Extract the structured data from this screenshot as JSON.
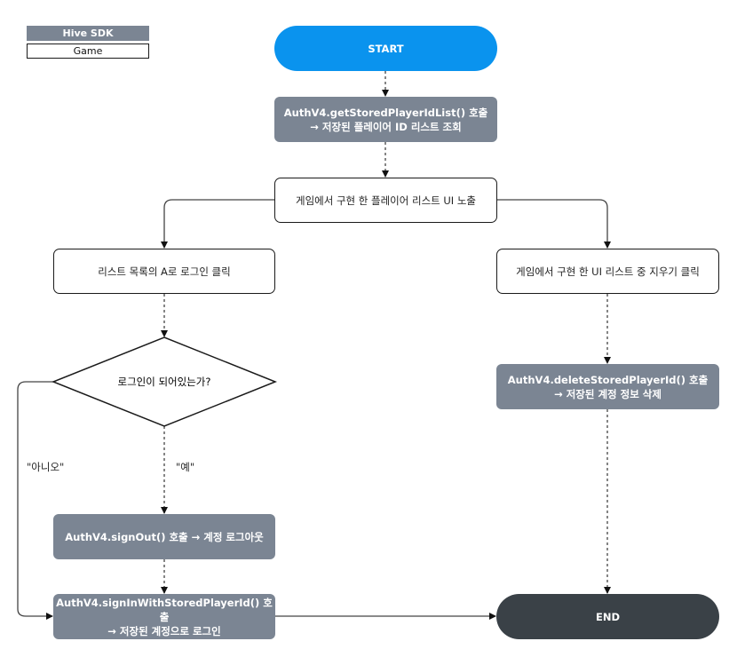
{
  "legend": {
    "sdk": "Hive SDK",
    "game": "Game"
  },
  "nodes": {
    "start": "START",
    "get_list": "AuthV4.getStoredPlayerIdList() 호출\n→ 저장된 플레이어 ID 리스트 조회",
    "show_list": "게임에서 구현 한 플레이어 리스트 UI 노출",
    "click_login": "리스트 목록의 A로 로그인 클릭",
    "click_delete": "게임에서 구현 한 UI 리스트 중 지우기 클릭",
    "is_logged_in": "로그인이 되어있는가?",
    "delete_id": "AuthV4.deleteStoredPlayerId() 호출\n→ 저장된 계정 정보 삭제",
    "sign_out": "AuthV4.signOut() 호출 → 계정 로그아웃",
    "sign_in": "AuthV4.signInWithStoredPlayerId() 호출\n→ 저장된 계정으로 로그인",
    "end": "END"
  },
  "edge_labels": {
    "no": "\"아니오\"",
    "yes": "\"예\""
  },
  "colors": {
    "sdk": "#7b8593",
    "start": "#0a93ee",
    "end": "#3a4147",
    "line": "#444444"
  }
}
